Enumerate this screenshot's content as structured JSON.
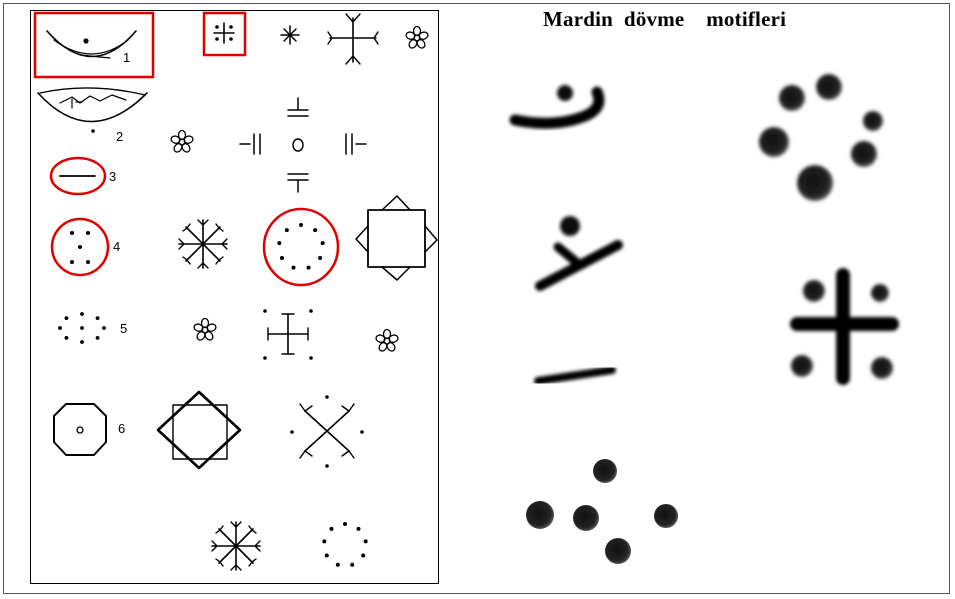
{
  "title": "Mardin  dövme    motifleri",
  "sketch_labels": [
    "1",
    "2",
    "3",
    "4",
    "5",
    "6"
  ],
  "icons": [
    "crescent-dot-motif",
    "four-dot-cross-motif",
    "asterisk-motif",
    "branched-cross-motif",
    "flower-motif",
    "star-motif",
    "octagon-motif",
    "overlapping-squares-motif",
    "dot-ring-motif"
  ],
  "colors": {
    "highlight": "#e00000",
    "ink": "#000000",
    "frame": "#555555"
  }
}
